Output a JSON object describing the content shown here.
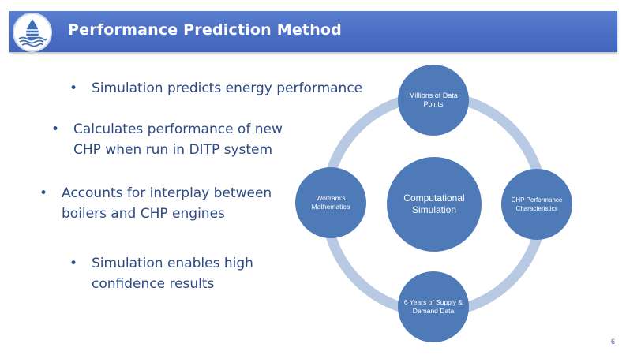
{
  "slide": {
    "title": "Performance Prediction Method",
    "page_number": "6"
  },
  "bullets": [
    {
      "text": "Simulation predicts energy performance"
    },
    {
      "text": "Calculates performance of new CHP when run in DITP system"
    },
    {
      "text": "Accounts for interplay between boilers and CHP engines"
    },
    {
      "text": "Simulation enables high confidence results"
    }
  ],
  "diagram": {
    "center": "Computational Simulation",
    "top": "Millions of Data Points",
    "right": "CHP Performance Characteristics",
    "bottom": "6 Years of Supply & Demand Data",
    "left": "Wolfram's Mathematica"
  },
  "colors": {
    "header": "#4a6fc4",
    "node": "#4f7ab8",
    "ring": "#b8c9e3",
    "bullet_text": "#2d4a86"
  }
}
